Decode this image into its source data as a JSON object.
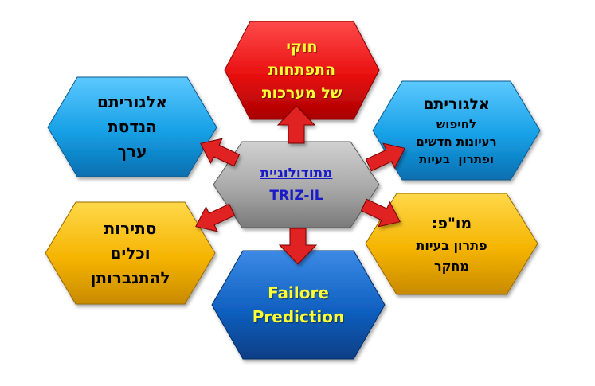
{
  "colors": {
    "red": "#ee1c1c",
    "blue_light": "#1aa3e6",
    "blue_dark": "#1060c0",
    "gold": "#f5b800",
    "gray": "#a8a8a8",
    "arrow": "#e02020",
    "text_yellow": "#ffff33",
    "text_link": "#1a1ac8"
  },
  "nodes": {
    "center": {
      "line1": "מתודולוגיית",
      "line2": "TRIZ-IL"
    },
    "top": {
      "line1": "חוקי",
      "line2": "התפתחות",
      "line3": "של מערכות"
    },
    "upper_left": {
      "line1": "אלגוריתם",
      "line2": "הנדסת",
      "line3": "ערך"
    },
    "upper_right": {
      "line1": "אלגוריתם",
      "line2": "לחיפוש",
      "line3": "רעיונות חדשים",
      "line4": "ופתרון  בעיות"
    },
    "lower_left": {
      "line1": "סתירות",
      "line2": "וכלים",
      "line3": "להתגברותן"
    },
    "lower_right": {
      "line1": "מו\"פ:",
      "line2": "פתרון בעיות",
      "line3": "מחקר"
    },
    "bottom": {
      "line1": "Failore",
      "line2": "Prediction"
    }
  }
}
